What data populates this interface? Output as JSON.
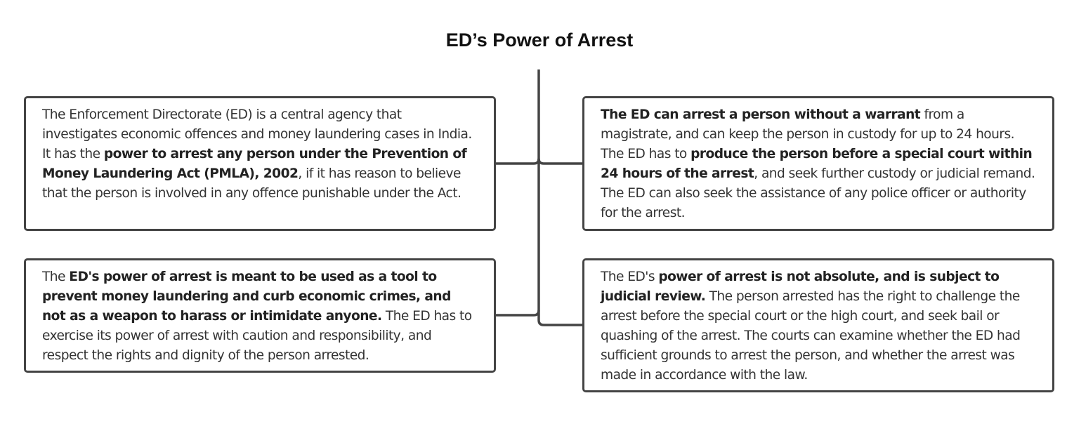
{
  "title": "ED’s Power of Arrest",
  "boxes": [
    {
      "segments": [
        {
          "text": "The Enforcement Directorate (ED) is a central agency that investigates economic offences and money laundering cases in India. It has the ",
          "bold": false
        },
        {
          "text": "power to arrest any person under the Prevention of Money Laundering Act (PMLA), 2002",
          "bold": true
        },
        {
          "text": ", if it has reason to believe that the person is involved in any offence punishable under the Act.",
          "bold": false
        }
      ]
    },
    {
      "segments": [
        {
          "text": "The ED can arrest a person without a warrant",
          "bold": true
        },
        {
          "text": " from a magistrate, and can keep the person in custody for up to 24 hours. The ED has to ",
          "bold": false
        },
        {
          "text": "produce the person before a special court within 24 hours of the arrest",
          "bold": true
        },
        {
          "text": ", and seek further custody or judicial remand. The ED can also seek the assistance of any police officer or authority for the arrest.",
          "bold": false
        }
      ]
    },
    {
      "segments": [
        {
          "text": "The ",
          "bold": false
        },
        {
          "text": "ED's power of arrest is meant to be used as a tool to prevent money laundering and curb economic crimes, and not as a weapon to harass or intimidate anyone.",
          "bold": true
        },
        {
          "text": " The ED has to exercise its power of arrest with caution and responsibility, and respect the rights and dignity of the person arrested.",
          "bold": false
        }
      ]
    },
    {
      "segments": [
        {
          "text": "The ED's ",
          "bold": false
        },
        {
          "text": "power of arrest is not absolute, and is subject to judicial review.",
          "bold": true
        },
        {
          "text": " The person arrested has the right to challenge the arrest before the special court or the high court, and seek bail or quashing of the arrest. The courts can examine whether the ED had sufficient grounds to arrest the person, and whether the arrest was made in accordance with the law.",
          "bold": false
        }
      ]
    }
  ]
}
